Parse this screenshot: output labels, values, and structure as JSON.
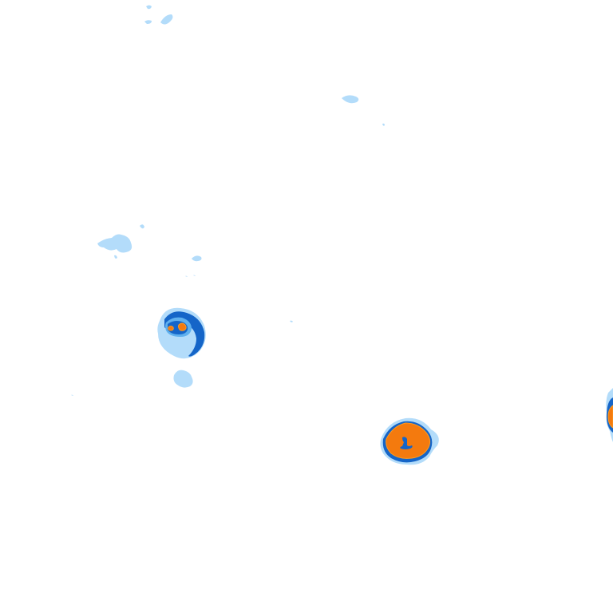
{
  "map": {
    "kind": "precipitation radar intensity tile",
    "background": "#ffffff",
    "palette": {
      "light": "#b3dcfa",
      "medium": "#5fb0ee",
      "dark": "#1565c8",
      "intense": "#f47a0e",
      "intense_edge": "#ff9a1f"
    },
    "cells": [
      {
        "id": "cell-southeast",
        "peak_level": "intense"
      },
      {
        "id": "cell-west",
        "peak_level": "intense"
      },
      {
        "id": "cell-east-edge",
        "peak_level": "intense"
      }
    ],
    "light_patches": [
      {
        "id": "patch-north-west"
      },
      {
        "id": "patch-north-center"
      },
      {
        "id": "patch-west"
      },
      {
        "id": "patch-west-small"
      },
      {
        "id": "patch-trail"
      }
    ]
  }
}
